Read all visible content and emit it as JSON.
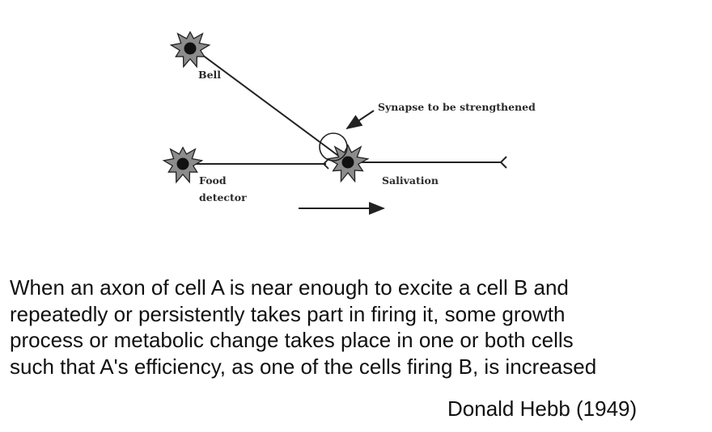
{
  "diagram": {
    "labels": {
      "bell": "Bell",
      "synapse": "Synapse to be strengthened",
      "food_line1": "Food",
      "food_line2": "detector",
      "salivation": "Salivation"
    }
  },
  "quote": {
    "lines": [
      " When an axon of cell A is near enough to excite a cell B and",
      "repeatedly or persistently takes part in firing it, some growth",
      "process or metabolic change takes place in one or both cells",
      "such that A's efficiency, as one of the cells firing B, is increased"
    ]
  },
  "attribution": "Donald Hebb (1949)"
}
